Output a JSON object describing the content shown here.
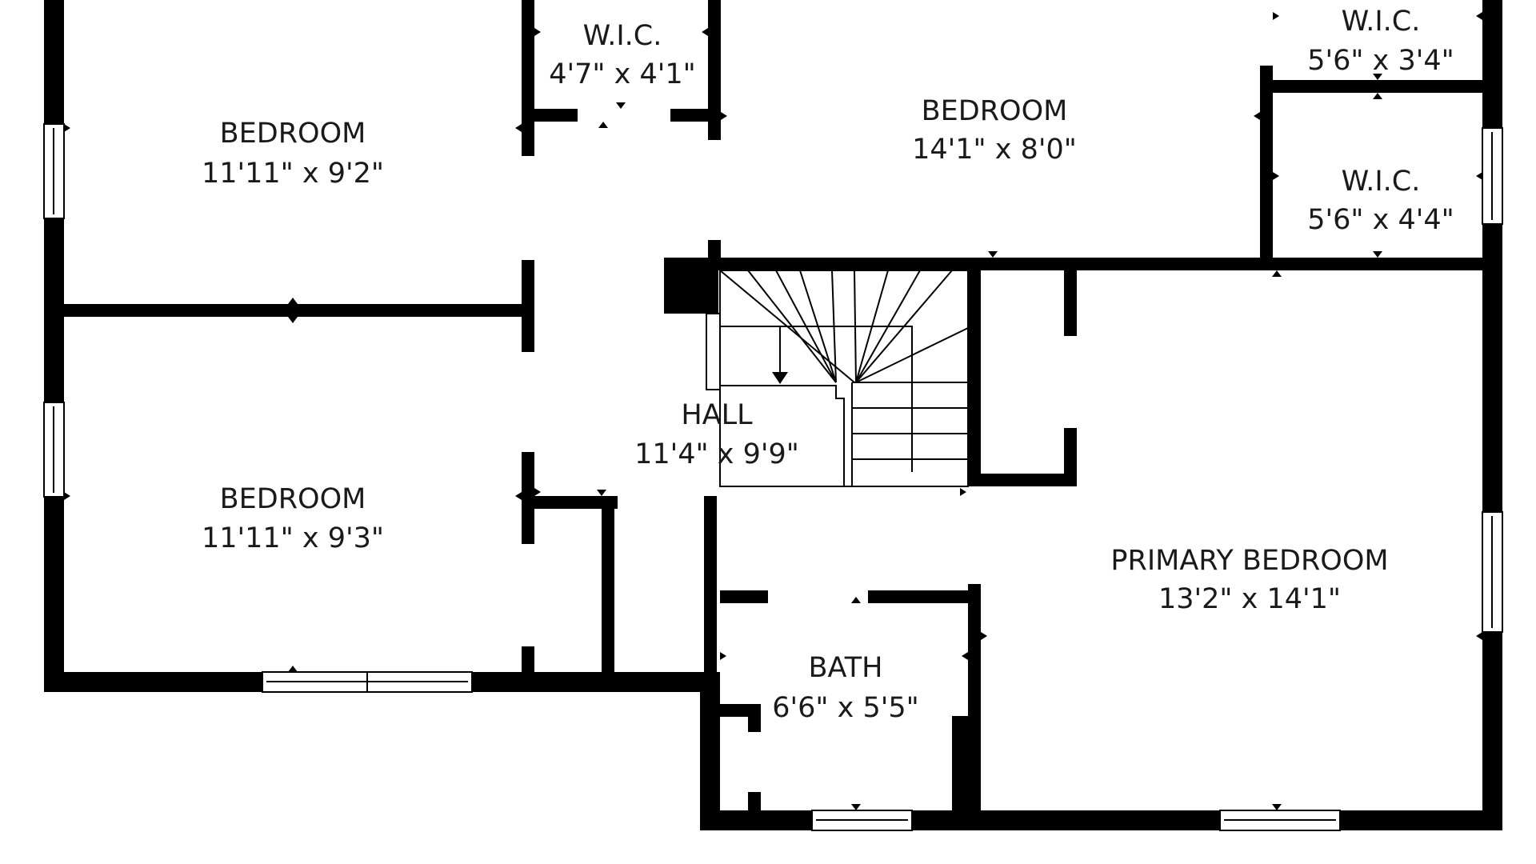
{
  "rooms": [
    {
      "id": "bedroom-nw",
      "name": "BEDROOM",
      "size": "11'11\" x 9'2\""
    },
    {
      "id": "wic-north",
      "name": "W.I.C.",
      "size": "4'7\" x 4'1\""
    },
    {
      "id": "bedroom-n",
      "name": "BEDROOM",
      "size": "14'1\" x 8'0\""
    },
    {
      "id": "wic-ne-top",
      "name": "W.I.C.",
      "size": "5'6\" x 3'4\""
    },
    {
      "id": "wic-ne",
      "name": "W.I.C.",
      "size": "5'6\" x 4'4\""
    },
    {
      "id": "bedroom-sw",
      "name": "BEDROOM",
      "size": "11'11\" x 9'3\""
    },
    {
      "id": "hall",
      "name": "HALL",
      "size": "11'4\" x 9'9\""
    },
    {
      "id": "primary-bedroom",
      "name": "PRIMARY BEDROOM",
      "size": "13'2\" x 14'1\""
    },
    {
      "id": "bath",
      "name": "BATH",
      "size": "6'6\" x 5'5\""
    }
  ],
  "colors": {
    "wall": "#000000",
    "background": "#ffffff",
    "label": "#1a1a1a"
  }
}
